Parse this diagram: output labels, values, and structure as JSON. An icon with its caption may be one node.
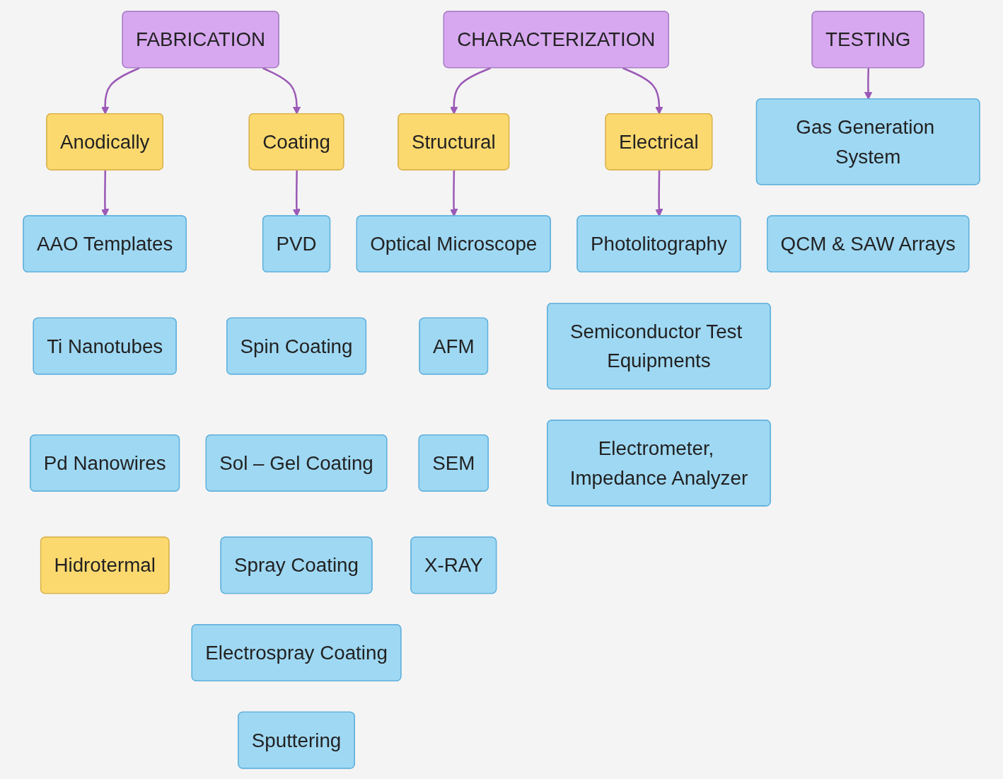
{
  "diagram": {
    "nodes": [
      {
        "text": [
          "FABRICATION"
        ]
      },
      {
        "text": [
          "Anodically"
        ]
      },
      {
        "text": [
          "AAO Templates"
        ]
      },
      {
        "text": [
          "Ti Nanotubes"
        ]
      },
      {
        "text": [
          "Pd Nanowires"
        ]
      },
      {
        "text": [
          "Hidrotermal"
        ]
      },
      {
        "text": [
          "Coating"
        ]
      },
      {
        "text": [
          "PVD"
        ]
      },
      {
        "text": [
          "Spin Coating"
        ]
      },
      {
        "text": [
          "Sol – Gel Coating"
        ]
      },
      {
        "text": [
          "Spray Coating"
        ]
      },
      {
        "text": [
          "Electrospray Coating"
        ]
      },
      {
        "text": [
          "Sputtering"
        ]
      },
      {
        "text": [
          "CHARACTERIZATION"
        ]
      },
      {
        "text": [
          "Structural"
        ]
      },
      {
        "text": [
          "Optical Microscope"
        ]
      },
      {
        "text": [
          "AFM"
        ]
      },
      {
        "text": [
          "SEM"
        ]
      },
      {
        "text": [
          "X-RAY"
        ]
      },
      {
        "text": [
          "Electrical"
        ]
      },
      {
        "text": [
          "Photolitography"
        ]
      },
      {
        "text": [
          "Semiconductor Test Equipments"
        ]
      },
      {
        "text": [
          "Electrometer, Impedance Analyzer"
        ]
      },
      {
        "text": [
          "TESTING"
        ]
      },
      {
        "text": [
          "Gas Generation System"
        ]
      },
      {
        "text": [
          "QCM & SAW Arrays"
        ]
      }
    ],
    "edges": [
      {
        "from": 0,
        "to": 1,
        "arrow": "to"
      },
      {
        "from": 0,
        "to": 6,
        "arrow": "to"
      },
      {
        "from": 1,
        "to": 2,
        "arrow": "to"
      },
      {
        "from": 6,
        "to": 7,
        "arrow": "to"
      },
      {
        "from": 13,
        "to": 14,
        "arrow": "to"
      },
      {
        "from": 13,
        "to": 19,
        "arrow": "to"
      },
      {
        "from": 14,
        "to": 15,
        "arrow": "to"
      },
      {
        "from": 19,
        "to": 20,
        "arrow": "to"
      },
      {
        "from": 23,
        "to": 24,
        "arrow": "to"
      }
    ]
  }
}
